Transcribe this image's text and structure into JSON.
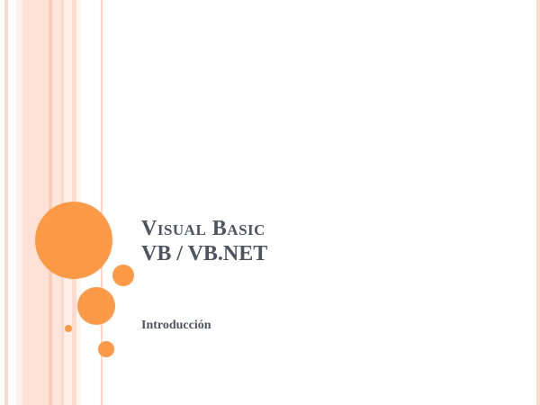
{
  "slide": {
    "title_line1": "Visual Basic",
    "title_line2": "VB / VB.NET",
    "subtitle": "Introducción"
  },
  "theme": {
    "accent": "#fd9a47",
    "text": "#4e5460",
    "stripe_pink": "#fee2d8"
  }
}
